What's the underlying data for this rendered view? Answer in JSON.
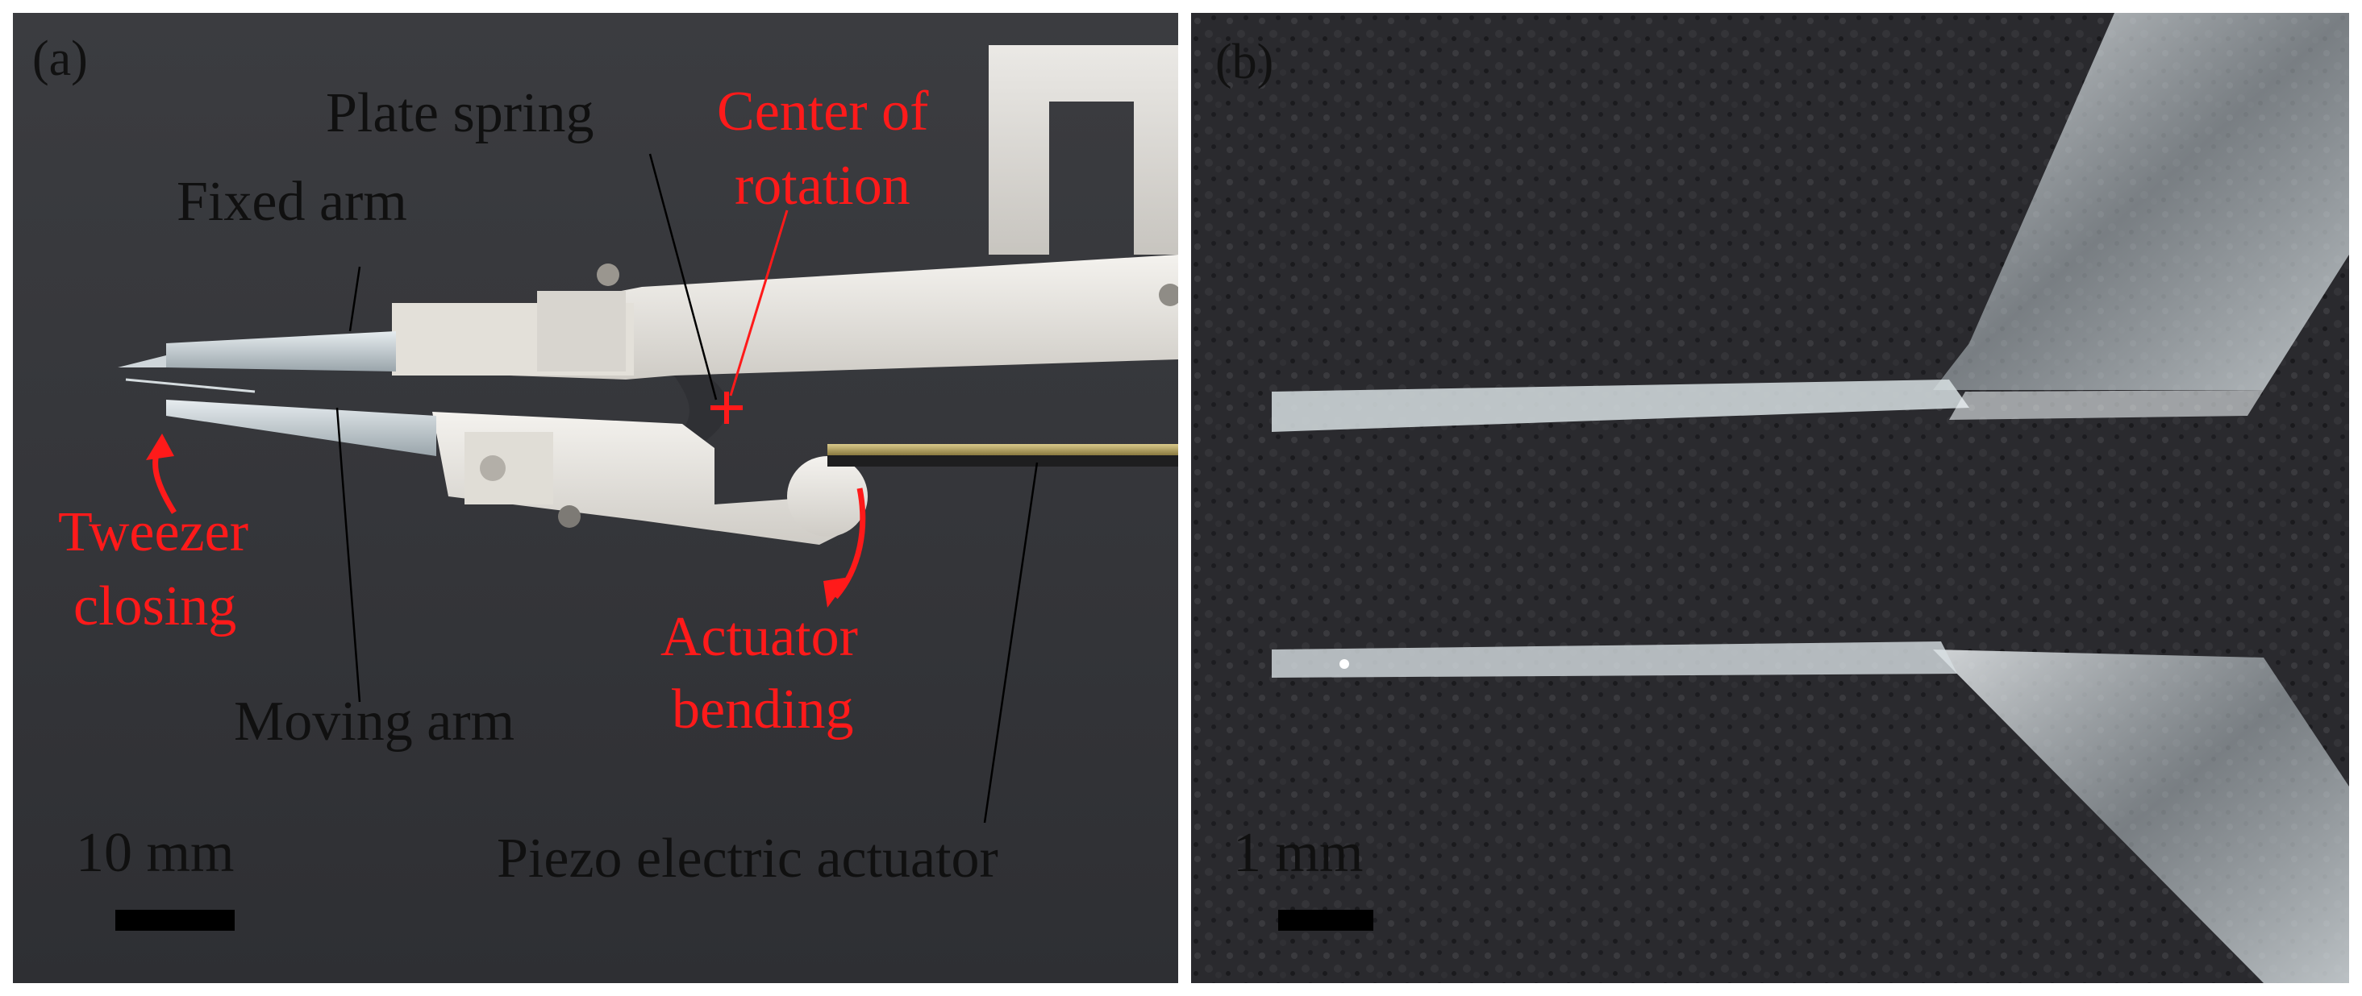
{
  "panel_a": {
    "panel_label": "(a)",
    "labels": {
      "plate_spring": "Plate spring",
      "center_of_rotation_line1": "Center of",
      "center_of_rotation_line2": "rotation",
      "fixed_arm": "Fixed arm",
      "tweezer_closing_line1": "Tweezer",
      "tweezer_closing_line2": "closing",
      "actuator_bending_line1": "Actuator",
      "actuator_bending_line2": "bending",
      "moving_arm": "Moving arm",
      "piezo_actuator": "Piezo electric actuator",
      "scale": "10 mm"
    }
  },
  "panel_b": {
    "panel_label": "(b)",
    "labels": {
      "scale": "1 mm"
    }
  },
  "colors": {
    "annotation_red": "#ff1a1a",
    "annotation_black": "#101010",
    "background_a": "#38393d",
    "background_b": "#26262a"
  }
}
